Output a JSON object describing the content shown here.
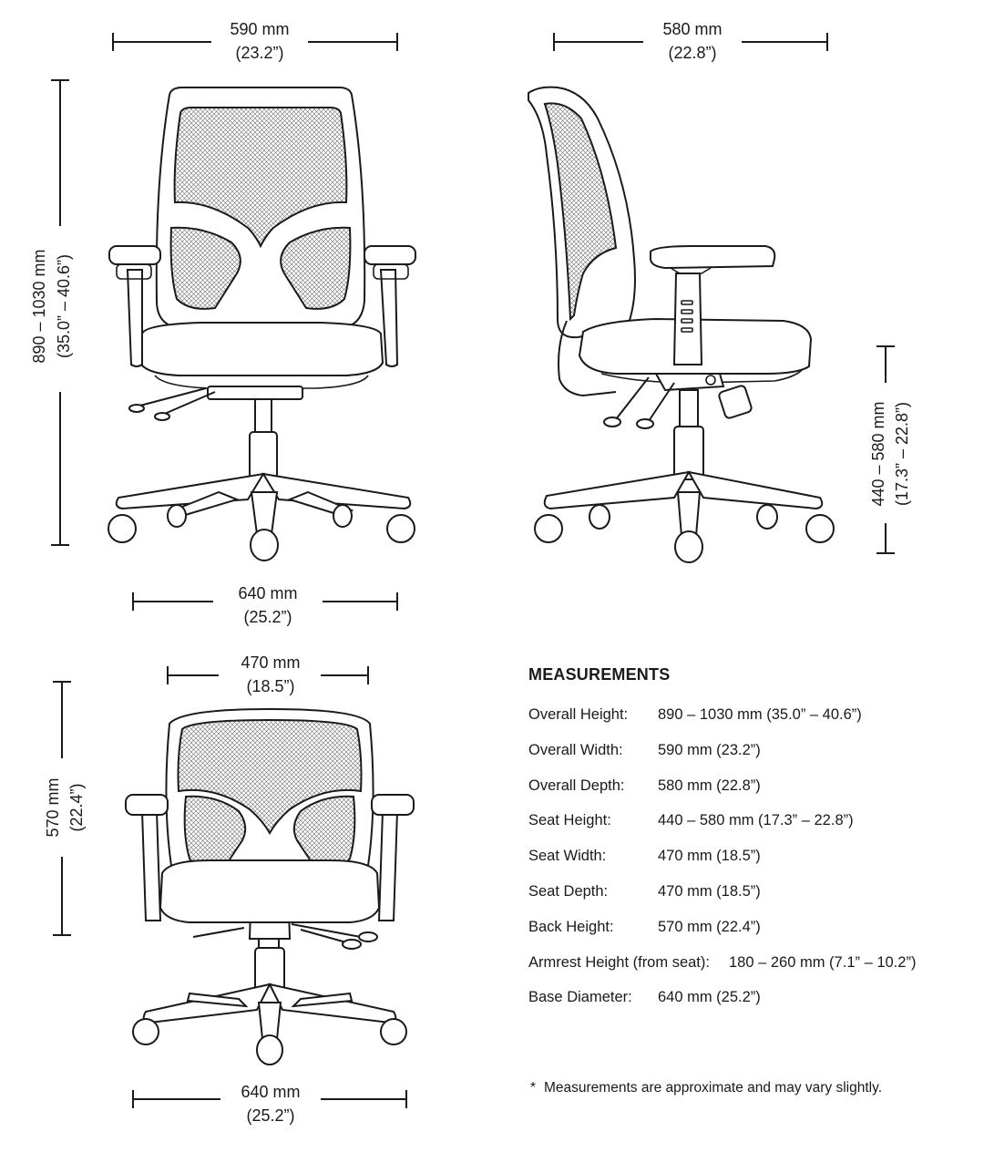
{
  "dimensions": {
    "front_width": {
      "mm": "590 mm",
      "in": "(23.2”)"
    },
    "side_depth": {
      "mm": "580 mm",
      "in": "(22.8”)"
    },
    "overall_height": {
      "mm": "890 – 1030 mm",
      "in": "(35.0” – 40.6”)"
    },
    "seat_height": {
      "mm": "440 – 580 mm",
      "in": "(17.3” – 22.8”)"
    },
    "base_top": {
      "mm": "640 mm",
      "in": "(25.2”)"
    },
    "seat_width": {
      "mm": "470 mm",
      "in": "(18.5”)"
    },
    "back_height": {
      "mm": "570 mm",
      "in": "(22.4”)"
    },
    "base_bottom": {
      "mm": "640 mm",
      "in": "(25.2”)"
    }
  },
  "measurements": {
    "title": "MEASUREMENTS",
    "rows": [
      {
        "label": "Overall Height:",
        "value": "890 – 1030 mm (35.0” – 40.6”)"
      },
      {
        "label": "Overall Width:",
        "value": "590 mm (23.2”)"
      },
      {
        "label": "Overall Depth:",
        "value": "580 mm (22.8”)"
      },
      {
        "label": "Seat Height:",
        "value": "440 – 580 mm (17.3” – 22.8”)"
      },
      {
        "label": "Seat Width:",
        "value": "470 mm (18.5”)"
      },
      {
        "label": "Seat Depth:",
        "value": "470 mm (18.5”)"
      },
      {
        "label": "Back Height:",
        "value": "570 mm (22.4”)"
      },
      {
        "label": "Armrest Height (from seat):",
        "value": "180 – 260 mm (7.1” – 10.2”)"
      },
      {
        "label": "Base Diameter:",
        "value": "640 mm (25.2”)"
      }
    ],
    "note_marker": "*",
    "note": "Measurements are approximate and may vary slightly."
  }
}
